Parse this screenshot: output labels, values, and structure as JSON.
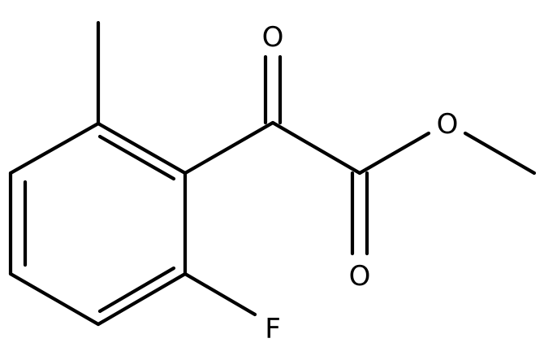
{
  "molecule": {
    "atoms": {
      "ketone_oxygen": "O",
      "ester_oxygen": "O",
      "carbonyl_oxygen": "O",
      "fluorine": "F"
    },
    "colors": {
      "bond": "#000000",
      "label": "#000000",
      "background": "#ffffff"
    }
  }
}
